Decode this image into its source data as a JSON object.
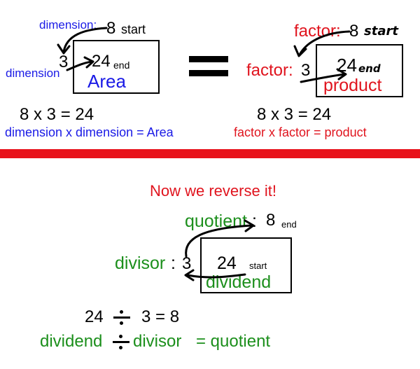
{
  "left": {
    "dimension_top": "dimension:",
    "num_top": "8",
    "start_label": "start",
    "dimension_left": "dimension",
    "num_left": "3",
    "num_box": "24",
    "end_label": "end",
    "area": "Area",
    "equation": "8 x 3 = 24",
    "word_equation": "dimension x dimension = Area"
  },
  "right": {
    "factor_top": "factor:",
    "num_top": "8",
    "start_label": "start",
    "factor_left": "factor:",
    "num_left": "3",
    "num_box": "24",
    "end_label": "end",
    "product": "product",
    "equation": "8 x 3 = 24",
    "word_equation": "factor x factor = product"
  },
  "bottom": {
    "heading": "Now we reverse it!",
    "quotient": "quotient",
    "colon": ":",
    "num_top": "8",
    "end_label": "end",
    "divisor": "divisor",
    "colon2": ":",
    "num_left": "3",
    "num_box": "24",
    "start_label": "start",
    "dividend": "dividend",
    "eq_left": "24",
    "eq_right": "3 = 8",
    "word_left": "dividend",
    "word_mid": "divisor",
    "word_right": "= quotient"
  },
  "colors": {
    "blue": "#1a1ae6",
    "red": "#e0141e",
    "green": "#1c8f1c",
    "black": "#000000"
  }
}
